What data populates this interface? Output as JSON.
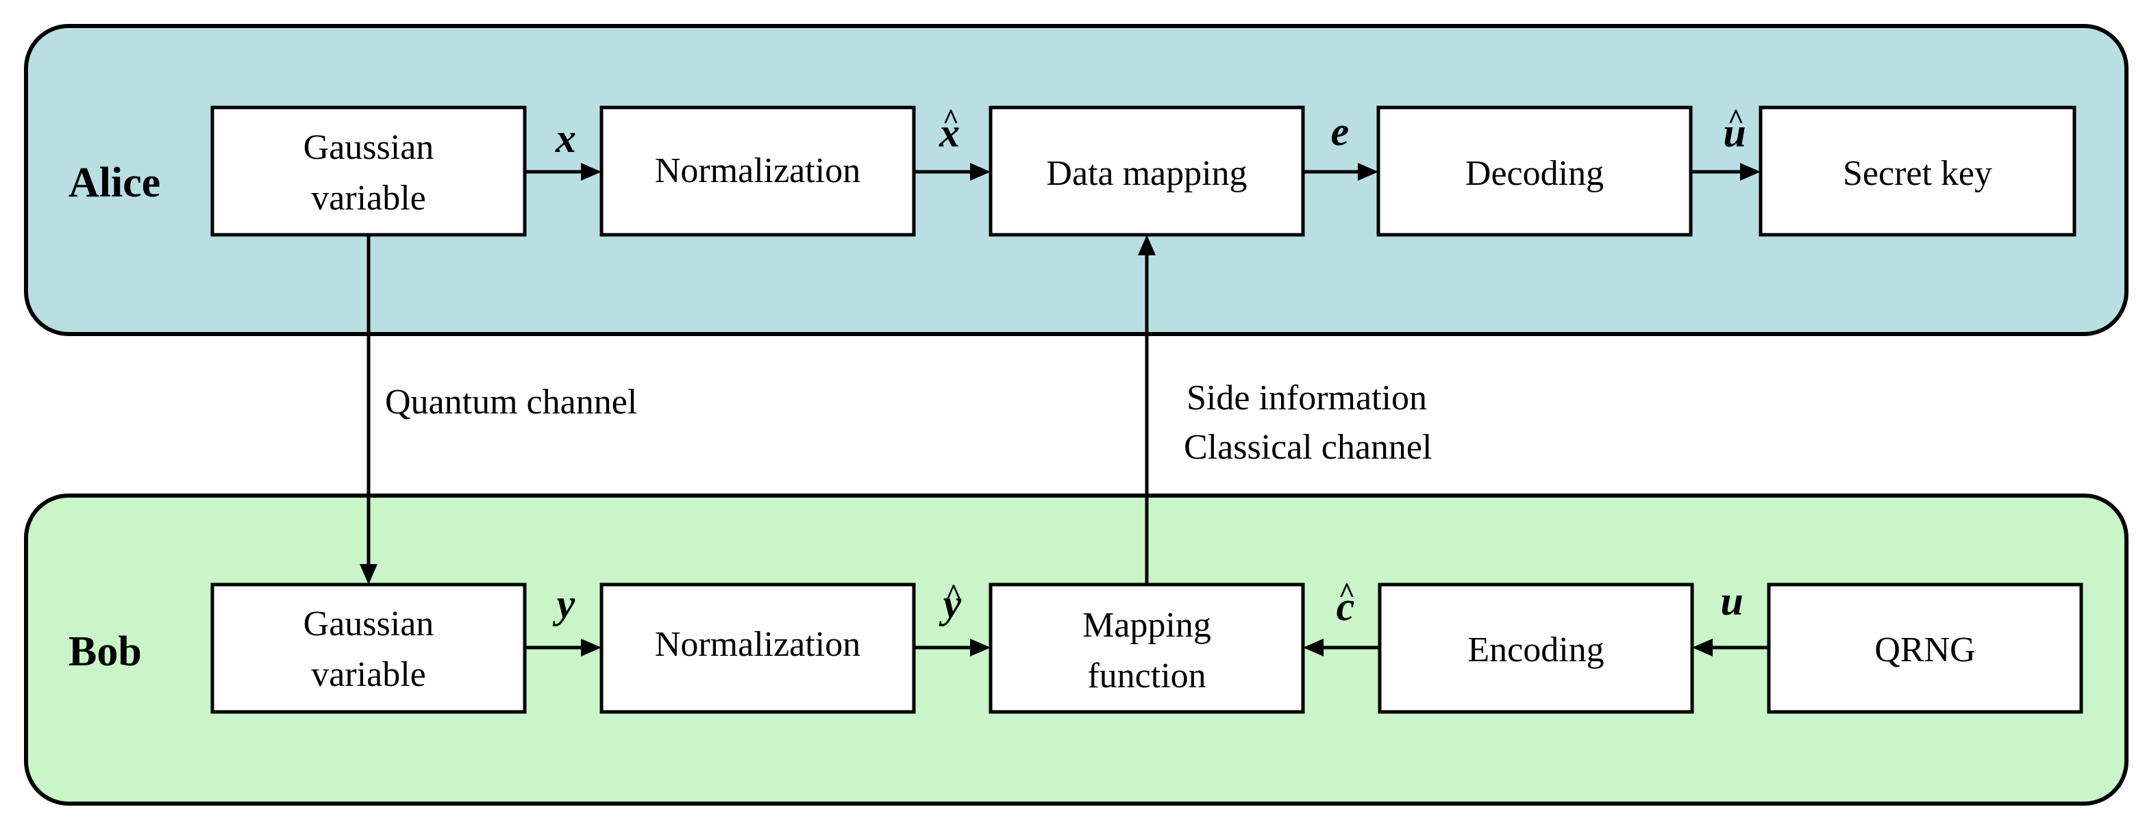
{
  "colors": {
    "alice_panel": "#b9dfe3",
    "bob_panel": "#c9f5c9"
  },
  "alice": {
    "label": "Alice",
    "blocks": [
      {
        "lines": [
          "Gaussian",
          "variable"
        ]
      },
      {
        "lines": [
          "Normalization"
        ]
      },
      {
        "lines": [
          "Data mapping"
        ]
      },
      {
        "lines": [
          "Decoding"
        ]
      },
      {
        "lines": [
          "Secret key"
        ]
      }
    ],
    "signals": [
      {
        "symbol": "x",
        "hat": false
      },
      {
        "symbol": "x",
        "hat": true
      },
      {
        "symbol": "e",
        "hat": false
      },
      {
        "symbol": "u",
        "hat": true
      }
    ]
  },
  "bob": {
    "label": "Bob",
    "blocks": [
      {
        "lines": [
          "Gaussian",
          "variable"
        ]
      },
      {
        "lines": [
          "Normalization"
        ]
      },
      {
        "lines": [
          "Mapping",
          "function"
        ]
      },
      {
        "lines": [
          "Encoding"
        ]
      },
      {
        "lines": [
          "QRNG"
        ]
      }
    ],
    "signals": [
      {
        "symbol": "y",
        "hat": false
      },
      {
        "symbol": "y",
        "hat": true
      },
      {
        "symbol": "c",
        "hat": true
      },
      {
        "symbol": "u",
        "hat": false
      }
    ]
  },
  "channels": {
    "quantum": "Quantum channel",
    "side_info": "Side information",
    "classical": "Classical channel"
  }
}
